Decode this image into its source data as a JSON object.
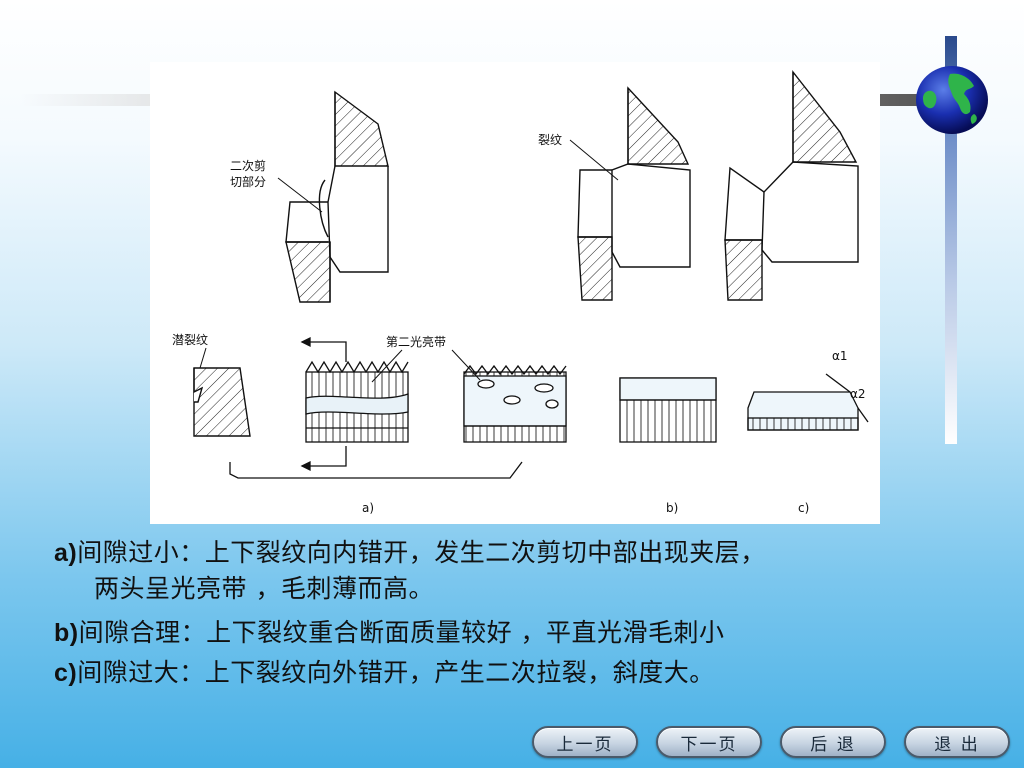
{
  "figure": {
    "label_secondary_shear": "二次剪\n切部分",
    "label_crack": "裂纹",
    "label_latent_crack": "潜裂纹",
    "label_second_band": "第二光亮带",
    "label_alpha1": "α1",
    "label_alpha2": "α2",
    "label_a": "a)",
    "label_b": "b)",
    "label_c": "c)"
  },
  "caption": {
    "line_a_prefix": "a)",
    "line_a_text": "间隙过小：上下裂纹向内错开，发生二次剪切中部出现夹层，",
    "line_a2_text": "两头呈光亮带 ，毛刺薄而高。",
    "line_b_prefix": "b)",
    "line_b_text": "间隙合理：上下裂纹重合断面质量较好 ，平直光滑毛刺小",
    "line_c_prefix": "c)",
    "line_c_text": "间隙过大：上下裂纹向外错开，产生二次拉裂，斜度大。"
  },
  "nav": {
    "prev": "上一页",
    "next": "下一页",
    "back": "后 退",
    "exit": "退 出"
  },
  "colors": {
    "hatch_fill": "#ffffff",
    "band_fill": "#d8eef8"
  }
}
